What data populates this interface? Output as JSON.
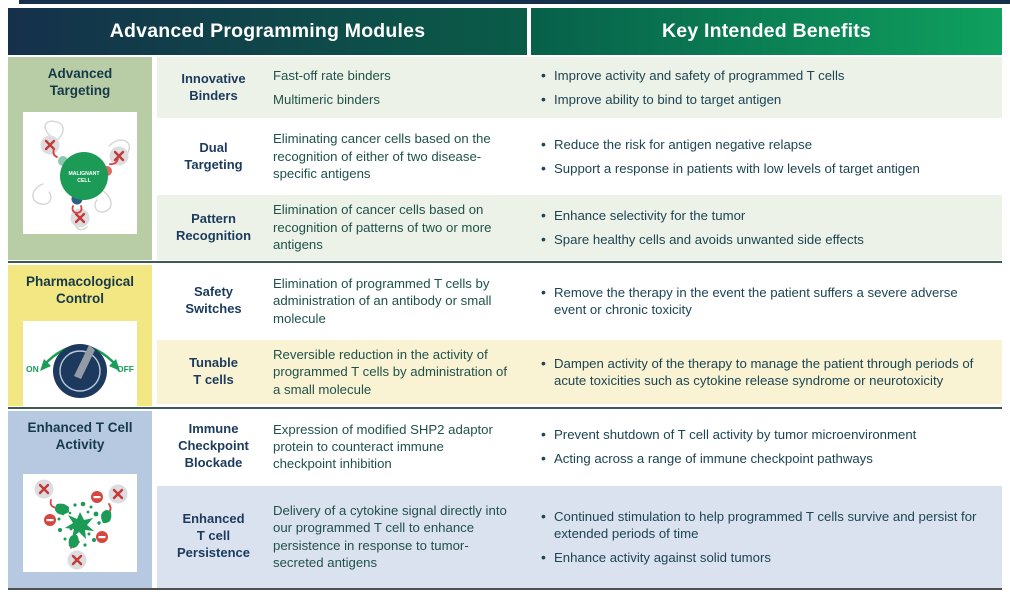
{
  "header": {
    "left_title": "Advanced Programming Modules",
    "right_title": "Key Intended Benefits"
  },
  "colors": {
    "header_left_gradient": [
      "#15304b",
      "#0a5c48"
    ],
    "header_right_gradient": [
      "#07604a",
      "#0fa05e"
    ],
    "category_green": "#b8cda5",
    "category_yellow": "#f3e783",
    "category_blue": "#b7c9e0",
    "row_tint_green": "#edf2e8",
    "row_tint_yellow": "#faf3d3",
    "row_tint_blue": "#dbe2ef",
    "module_text": "#1b3a5c",
    "description_text": "#1f514b",
    "benefit_text": "#1c4452",
    "accent_green": "#1b9b55",
    "accent_red": "#d6453f",
    "knob_navy": "#1d3a5e"
  },
  "groups": [
    {
      "category_lines": [
        "Advanced",
        "Targeting"
      ],
      "icon": "malignant-cell-illustration",
      "cell_label_lines": [
        "MALIGNANT",
        "CELL"
      ],
      "rows": [
        {
          "module_lines": [
            "Innovative",
            "Binders"
          ],
          "desc_lines": [
            "Fast-off rate binders",
            "Multimeric binders"
          ],
          "benefits": [
            "Improve activity and safety of programmed T cells",
            "Improve ability to bind to target antigen"
          ]
        },
        {
          "module_lines": [
            "Dual",
            "Targeting"
          ],
          "description": "Eliminating cancer cells based on the recognition of either of two disease-specific antigens",
          "benefits": [
            "Reduce the risk for antigen negative relapse",
            "Support a response in patients with low levels of target antigen"
          ]
        },
        {
          "module_lines": [
            "Pattern",
            "Recognition"
          ],
          "description": "Elimination of cancer cells based on recognition of patterns of two or more antigens",
          "benefits": [
            "Enhance selectivity for the tumor",
            "Spare healthy cells and avoids unwanted side effects"
          ]
        }
      ]
    },
    {
      "category_lines": [
        "Pharmacological",
        "Control"
      ],
      "icon": "on-off-dial-illustration",
      "dial": {
        "on": "ON",
        "off": "OFF"
      },
      "rows": [
        {
          "module_lines": [
            "Safety",
            "Switches"
          ],
          "description": "Elimination of programmed T cells by administration of an antibody or small molecule",
          "benefits": [
            "Remove the therapy in the event the patient suffers a severe adverse event or chronic toxicity"
          ]
        },
        {
          "module_lines": [
            "Tunable",
            "T cells"
          ],
          "description": "Reversible reduction in the activity of programmed T cells by administration of a small molecule",
          "benefits": [
            "Dampen activity of the therapy to manage the patient through periods of acute toxicities such as cytokine release syndrome or neurotoxicity"
          ]
        }
      ]
    },
    {
      "category_lines": [
        "Enhanced T Cell",
        "Activity"
      ],
      "icon": "t-cell-activity-illustration",
      "rows": [
        {
          "module_lines": [
            "Immune",
            "Checkpoint",
            "Blockade"
          ],
          "description": "Expression of modified SHP2 adaptor protein to counteract immune checkpoint inhibition",
          "benefits": [
            "Prevent shutdown of T cell activity by tumor microenvironment",
            "Acting across a range of immune checkpoint pathways"
          ]
        },
        {
          "module_lines": [
            "Enhanced",
            "T cell",
            "Persistence"
          ],
          "description": "Delivery of a cytokine signal directly into our programmed T cell to enhance persistence in response to tumor-secreted antigens",
          "benefits": [
            "Continued stimulation to help programmed T cells survive and persist for extended periods of time",
            "Enhance activity against solid tumors"
          ]
        }
      ]
    }
  ]
}
